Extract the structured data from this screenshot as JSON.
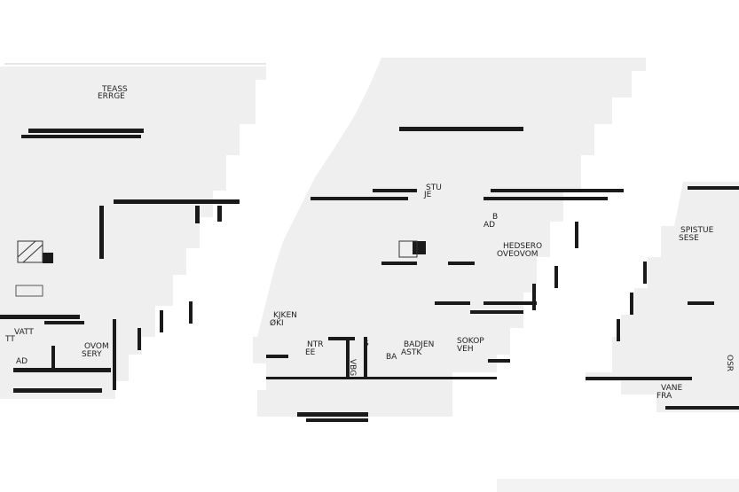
{
  "plan": {
    "colors": {
      "floor": "#efeff0",
      "wall": "#1a1a1a",
      "background": "#ffffff"
    },
    "labels": {
      "terrace": [
        "TEASS",
        "ERRGE"
      ],
      "living": [
        "STU",
        "JE"
      ],
      "bath_upper": [
        "B",
        "AD"
      ],
      "bedroom_main": [
        "HEDSERO",
        "OVEOVOM"
      ],
      "kitchen": [
        "KJKEN",
        "ØKI"
      ],
      "entry": [
        "NTR",
        "EE"
      ],
      "bathroom": [
        "BADJEN",
        "ASTK"
      ],
      "bedroom_2": [
        "SOKOP",
        "VEH"
      ],
      "bedroom_left": [
        "OVOM",
        "SERY"
      ],
      "wc_left": [
        "VATT",
        "TT"
      ],
      "bath_left": [
        "AD"
      ],
      "dining": [
        "SPISTUE",
        "SESE"
      ],
      "entrance_right": [
        "VANE",
        "FRA"
      ],
      "side_right": [
        "OSR"
      ],
      "corridor": [
        "VBG"
      ],
      "closet": [
        "S"
      ],
      "bath_small": [
        "BA"
      ]
    }
  }
}
